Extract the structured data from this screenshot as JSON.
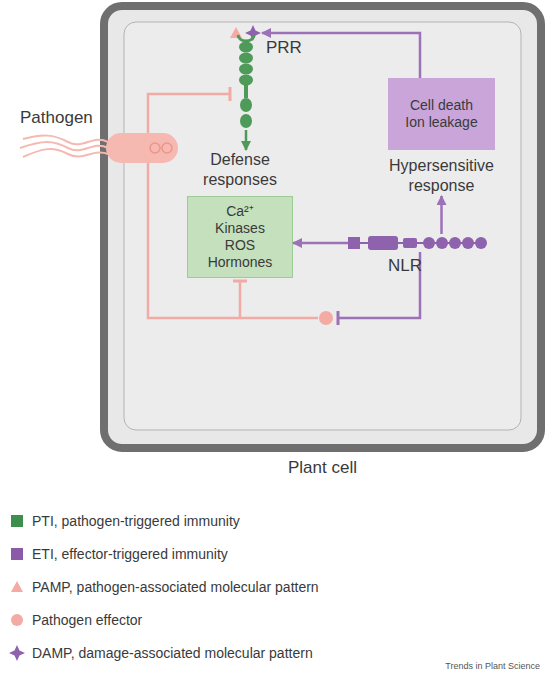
{
  "diagram": {
    "nodes": [
      {
        "text": [
          "Plant cell"
        ]
      },
      {
        "text": [
          "Pathogen"
        ]
      },
      {
        "text": [
          "PRR"
        ],
        "in": 0
      },
      {
        "text": [
          "Defense responses",
          "Ca²⁺ Kinases ROS Hormones"
        ],
        "in": 0
      },
      {
        "text": [
          "Cell death Ion leakage",
          "Hypersensitive response"
        ],
        "in": 0
      },
      {
        "text": [
          "NLR"
        ],
        "in": 0
      }
    ],
    "edges": [
      {
        "from": 2,
        "to": 3,
        "arrow": "to"
      },
      {
        "from": 5,
        "to": 3,
        "arrow": "to"
      },
      {
        "from": 5,
        "to": 4,
        "arrow": "to"
      },
      {
        "from": 4,
        "to": 2,
        "arrow": "to"
      }
    ],
    "labels": [
      "Trends in Plant Science"
    ],
    "legend": [
      {
        "text": "PTI, pathogen-triggered immunity",
        "color": "#3f8f4c"
      },
      {
        "text": "ETI, effector-triggered immunity",
        "color": "#8b5aa8"
      },
      {
        "text": "PAMP, pathogen-associated molecular pattern"
      },
      {
        "text": "Pathogen effector"
      },
      {
        "text": "DAMP, damage-associated molecular pattern"
      }
    ]
  }
}
